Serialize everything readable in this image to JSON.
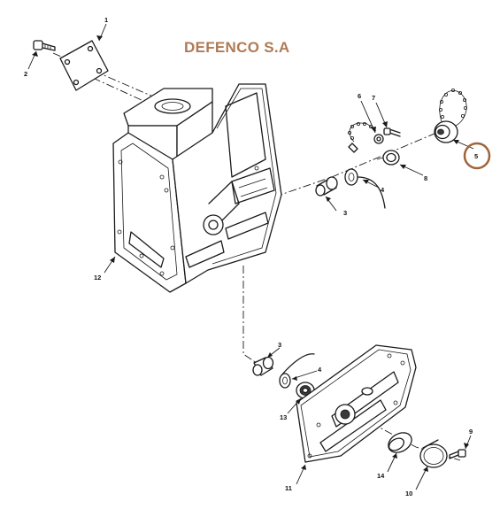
{
  "watermark": {
    "text": "DEFENCO S.A",
    "color": "#b07a55"
  },
  "highlight": {
    "label": "5",
    "color": "#a0643a"
  },
  "callouts": {
    "c1": "1",
    "c2": "2",
    "c3a": "3",
    "c3b": "3",
    "c4a": "4",
    "c4b": "4",
    "c5": "5",
    "c6": "6",
    "c7": "7",
    "c8": "8",
    "c9": "9",
    "c10": "10",
    "c11": "11",
    "c12": "12",
    "c13": "13",
    "c14": "14"
  },
  "icons": {
    "chain": "bead-chain-icon",
    "plug": "plug-icon",
    "gasket": "gasket-icon"
  }
}
